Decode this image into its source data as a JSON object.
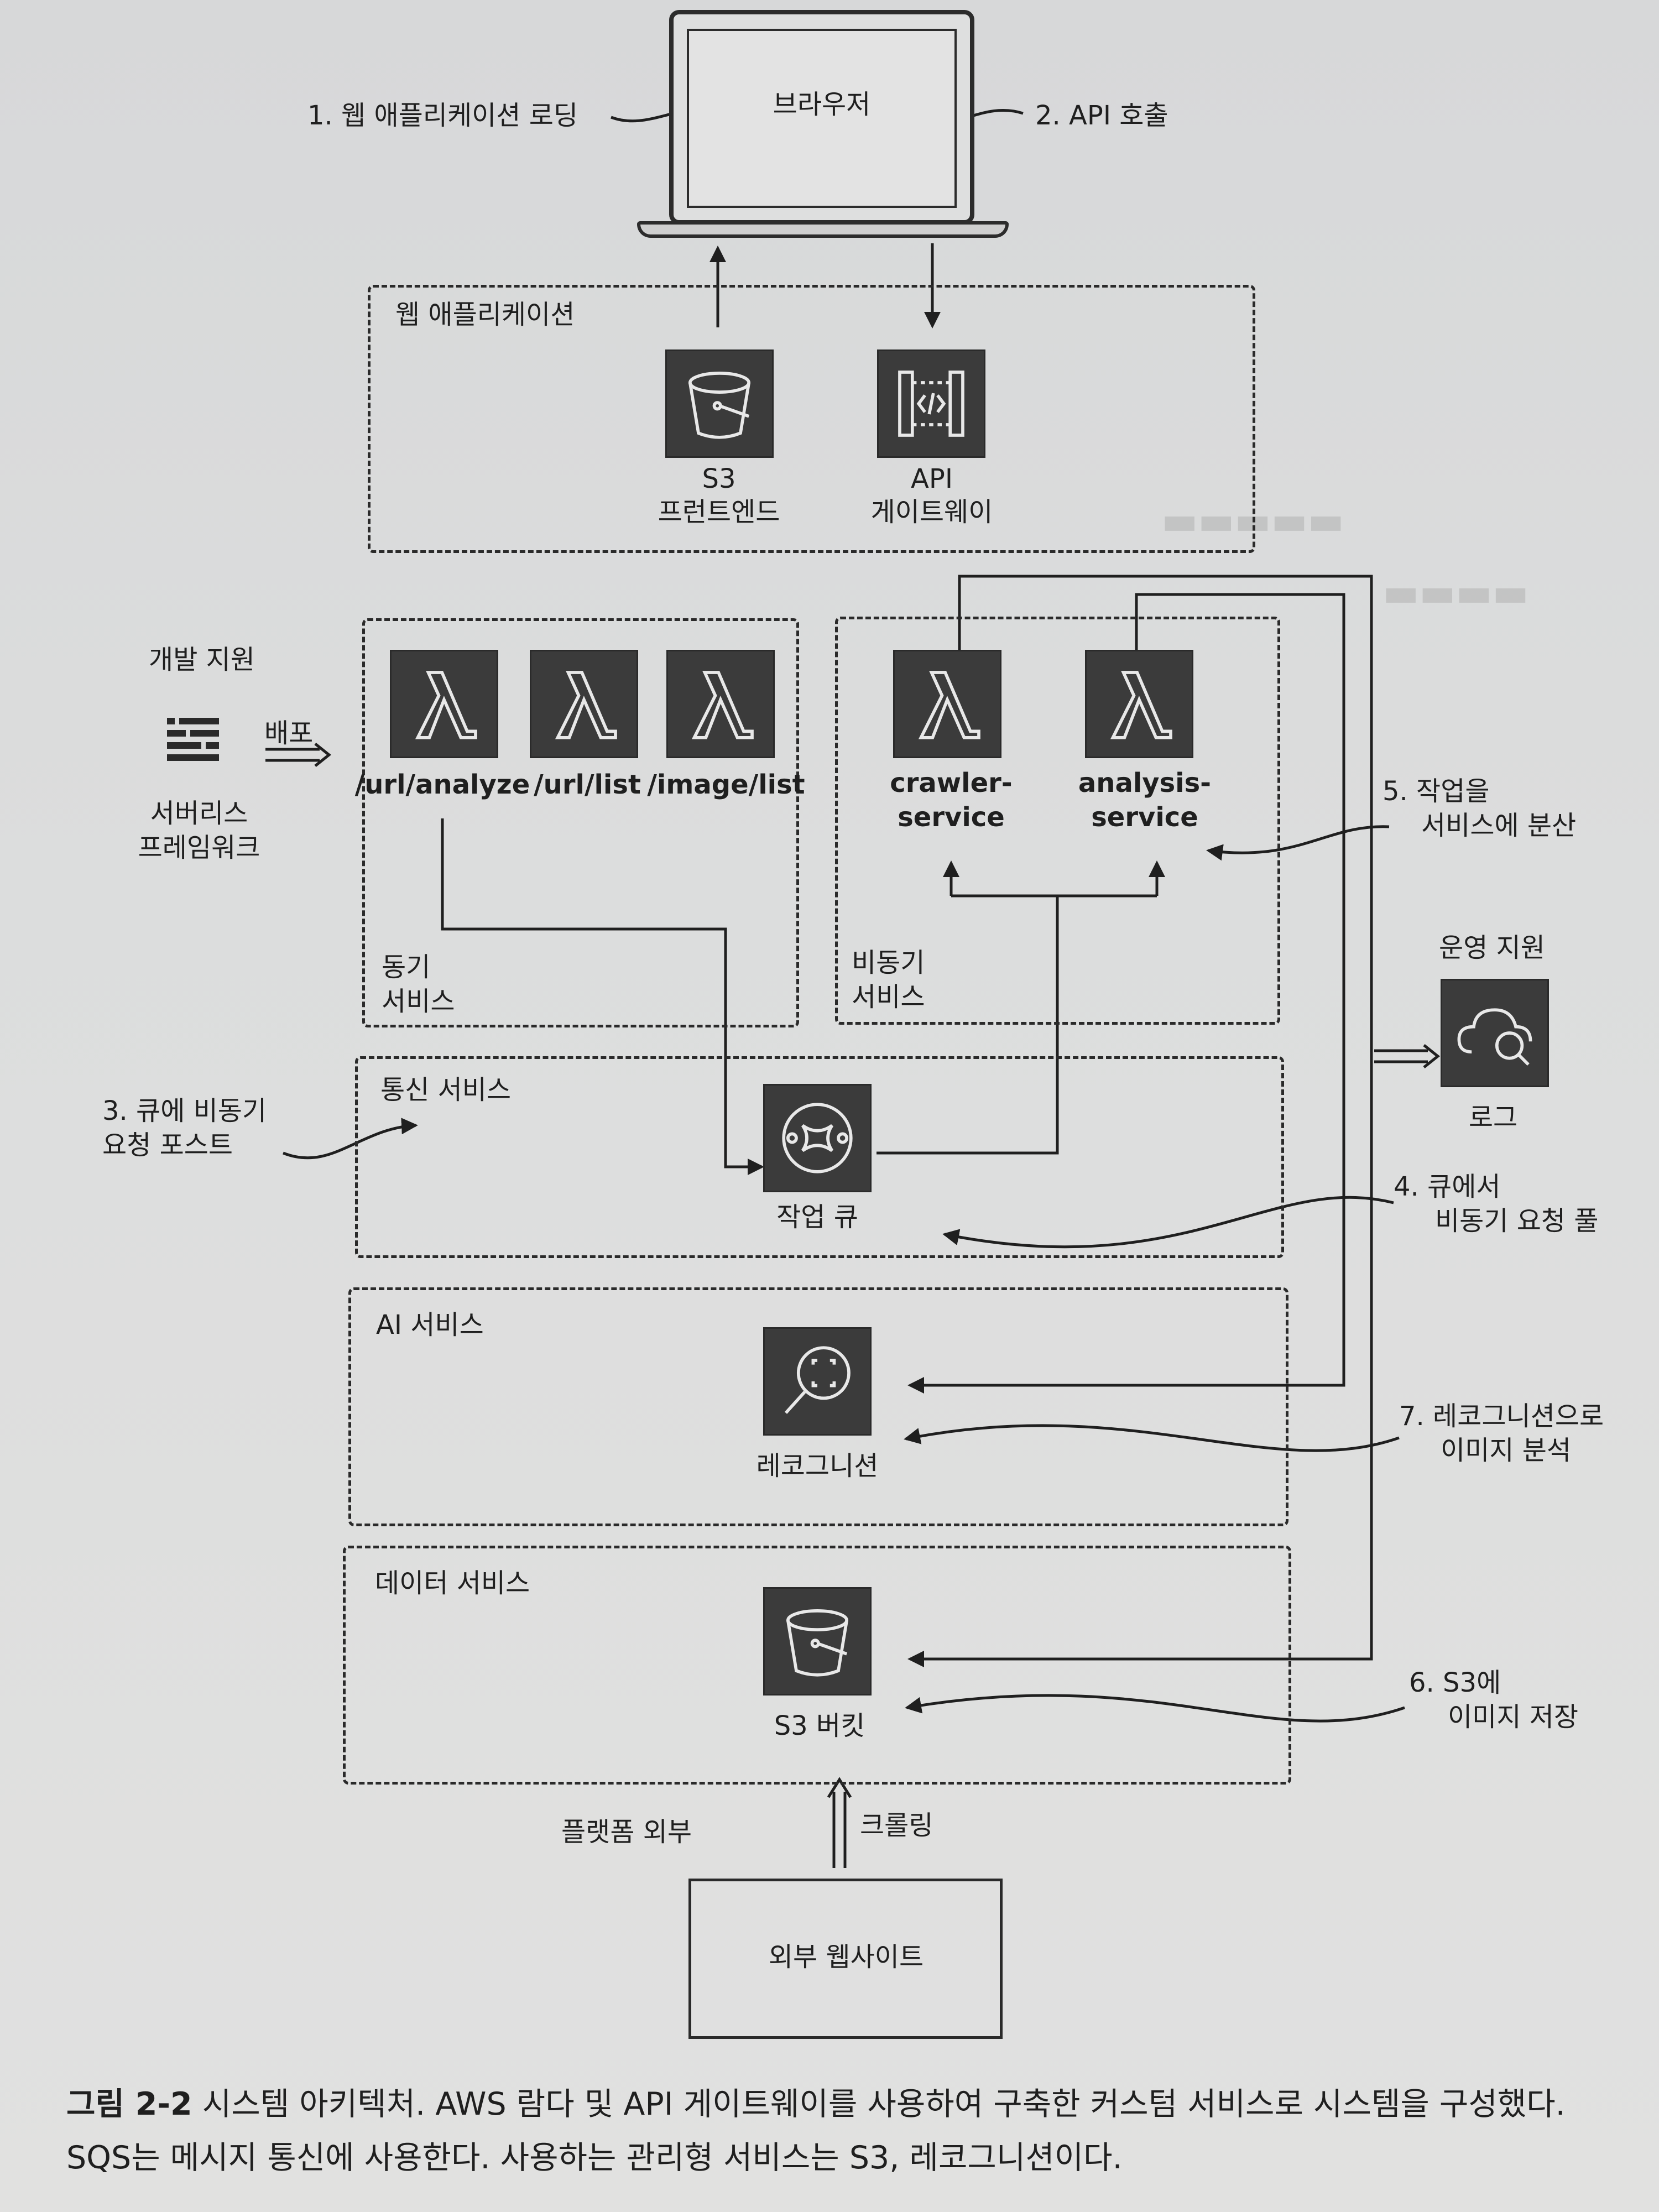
{
  "laptop": {
    "label": "브라우저"
  },
  "annotations": {
    "step1": "1. 웹 애플리케이션 로딩",
    "step2": "2. API 호출",
    "step3_line1": "3. 큐에 비동기",
    "step3_line2": "요청 포스트",
    "step4_line1": "4. 큐에서",
    "step4_line2": "비동기 요청 풀",
    "step5_line1": "5. 작업을",
    "step5_line2": "서비스에 분산",
    "step6_line1": "6. S3에",
    "step6_line2": "이미지 저장",
    "step7_line1": "7. 레코그니션으로",
    "step7_line2": "이미지 분석"
  },
  "groups": {
    "web_app": "웹 애플리케이션",
    "sync_line1": "동기",
    "sync_line2": "서비스",
    "async_line1": "비동기",
    "async_line2": "서비스",
    "comm": "통신 서비스",
    "ai": "AI 서비스",
    "data": "데이터 서비스"
  },
  "nodes": {
    "s3_frontend_line1": "S3",
    "s3_frontend_line2": "프런트엔드",
    "api_gw_line1": "API",
    "api_gw_line2": "게이트웨이",
    "lambda_url_analyze": "/url/analyze",
    "lambda_url_list": "/url/list",
    "lambda_image_list": "/image/list",
    "crawler_line1": "crawler-",
    "crawler_line2": "service",
    "analysis_line1": "analysis-",
    "analysis_line2": "service",
    "queue": "작업 큐",
    "rekognition": "레코그니션",
    "s3_bucket": "S3 버킷",
    "external_site": "외부 웹사이트",
    "logs": "로그"
  },
  "side": {
    "dev_support": "개발 지원",
    "deploy": "배포",
    "framework_line1": "서버리스",
    "framework_line2": "프레임워크",
    "ops_support": "운영 지원",
    "outside_platform": "플랫폼 외부",
    "crawling": "크롤링"
  },
  "caption": {
    "bold_prefix": "그림 2-2",
    "line1_rest": " 시스템 아키텍처. AWS 람다 및 API 게이트웨이를 사용하여 구축한 커스텀 서비스로 시스템을 구성했다.",
    "line2": "SQS는 메시지 통신에 사용한다. 사용하는 관리형 서비스는 S3, 레코그니션이다."
  },
  "icons": {
    "s3_frontend": "s3-bucket-icon",
    "api_gateway": "api-gateway-icon",
    "lambda": "lambda-icon",
    "sqs": "sqs-queue-icon",
    "rekognition": "rekognition-icon",
    "s3_bucket": "s3-bucket-icon",
    "cloudwatch": "cloud-logs-icon",
    "serverless": "serverless-framework-icon"
  },
  "colors": {
    "icon_bg": "#3b3b3b",
    "line": "#1f1f1f",
    "paper": "#dcdcdc"
  }
}
